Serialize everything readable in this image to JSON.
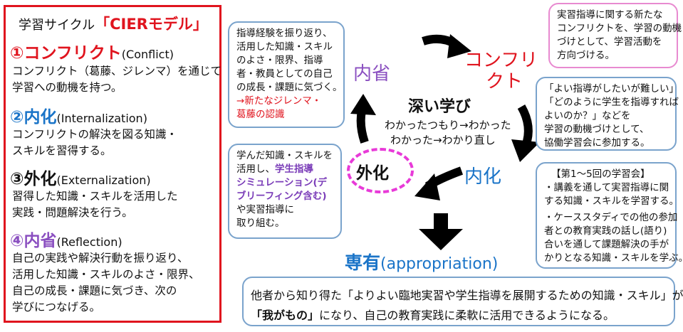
{
  "left_panel": {
    "title_prefix": "学習サイクル",
    "title_model": "「CIERモデル」",
    "stages": [
      {
        "num": "①",
        "name": "コンフリクト",
        "en": "(Conflict)",
        "color": "#e0141e",
        "lines": [
          "コンフリクト（葛藤、ジレンマ）を通じて",
          "学習への動機を持つ。"
        ]
      },
      {
        "num": "②",
        "name": "内化",
        "en": "(Internalization)",
        "color": "#1a74c8",
        "lines": [
          "コンフリクトの解決を図る知識・",
          "スキルを習得する。"
        ]
      },
      {
        "num": "③",
        "name": "外化",
        "en": "(Externalization)",
        "color": "#111111",
        "lines": [
          "習得した知識・スキルを活用した",
          "実践・問題解決を行う。"
        ]
      },
      {
        "num": "④",
        "name": "内省",
        "en": "(Reflection)",
        "color": "#8a4fc0",
        "lines": [
          "自己の実践や解決行動を振り返り、",
          "活用した知識・スキルのよさ・限界、",
          "自己の成長・課題に気づき、次の",
          "学びにつなげる。"
        ]
      }
    ]
  },
  "cycle": {
    "reflection_label": "内省",
    "conflict_label_1": "コンフリ",
    "conflict_label_2": "クト",
    "internal_label": "内化",
    "external_label": "外化",
    "center_title": "深い学び",
    "center_line1": "わかったつもり→わかった",
    "center_line2": "わかった→わかり直し",
    "appropriation_ja": "専有",
    "appropriation_en": "(appropriation)"
  },
  "bubbles": {
    "reflection": {
      "lines": [
        "指導経験を振り返り、",
        "活用した知識・スキル",
        "のよさ・限界、指導",
        "者・教員としての自己",
        "の成長・課題に気づく。"
      ],
      "red_lines": [
        "→新たなジレンマ・",
        "葛藤の認識"
      ]
    },
    "conflict_top": {
      "lines": [
        "実習指導に関する新たな",
        "コンフリクトを、学習の動機",
        "づけとして、学習活動を",
        "方向づける。"
      ]
    },
    "conflict_right": {
      "lines": [
        "「よい指導がしたいが難しい」",
        "「どのように学生を指導すれば",
        "よいのか？」などを",
        "学習の動機づけとして、",
        "協働学習会に参加する。"
      ]
    },
    "external": {
      "line1": "学んだ知識・スキルを",
      "line2_a": "活用し、",
      "line2_b": "学生指導",
      "line3": "シミュレーション(デ",
      "line4": "ブリーフィング含む)",
      "line5": "や実習指導に",
      "line6": "取り組む。"
    },
    "internal": {
      "header": "【第1～5回の学習会】",
      "lines": [
        "・講義を通して実習指導に関",
        "する知識・スキルを学習する。"
      ],
      "lines2": [
        "・ケーススタディでの他の参加",
        "者との教育実践の話し(語り)",
        "合いを通して課題解決の手が",
        "かりとなる知識・スキルを学ぶ。"
      ]
    }
  },
  "bottom": {
    "line1": "他者から知り得た「よりよい臨地実習や学生指導を展開するための知識・スキル」が",
    "line2_bold": "「我がもの」",
    "line2_rest": "になり、自己の教育実践に柔軟に活用できるようになる。"
  },
  "colors": {
    "red": "#e0141e",
    "blue": "#1a74c8",
    "purple": "#8a4fc0",
    "magenta_ring": "#e83ad8",
    "bubble_border": "#7aa3cc",
    "pink_border": "#e88ad0"
  }
}
